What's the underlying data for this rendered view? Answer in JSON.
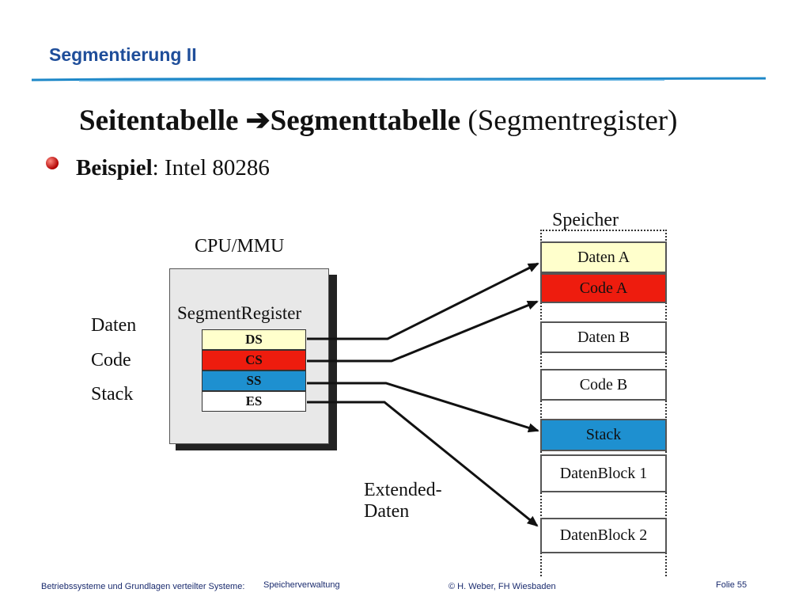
{
  "header": {
    "title": "Segmentierung II"
  },
  "title": {
    "bold_part1": "Seitentabelle ",
    "arrow": "➔",
    "bold_part2": "Segmenttabelle",
    "normal_part": " (Segmentregister)"
  },
  "bullet": {
    "bold": "Beispiel",
    "rest": ": Intel 80286"
  },
  "cpu": {
    "label": "CPU/MMU",
    "register_group_label": "SegmentRegister"
  },
  "side_labels": [
    "Daten",
    "Code",
    "Stack"
  ],
  "registers": [
    {
      "name": "DS",
      "color": "#ffffcc"
    },
    {
      "name": "CS",
      "color": "#ee1c0e"
    },
    {
      "name": "SS",
      "color": "#1e90d0"
    },
    {
      "name": "ES",
      "color": "#ffffff"
    }
  ],
  "memory": {
    "label": "Speicher",
    "blocks": [
      {
        "name": "Daten A",
        "color": "#ffffcc"
      },
      {
        "name": "Code A",
        "color": "#ee1c0e"
      },
      {
        "name": "Daten B",
        "color": "#ffffff"
      },
      {
        "name": "Code B",
        "color": "#ffffff"
      },
      {
        "name": "Stack",
        "color": "#1e90d0"
      },
      {
        "name": "DatenBlock 1",
        "color": "#ffffff"
      },
      {
        "name": "DatenBlock 2",
        "color": "#ffffff"
      }
    ]
  },
  "extended_label": {
    "line1": "Extended-",
    "line2": "Daten"
  },
  "footer": {
    "course": "Betriebssysteme und Grundlagen verteilter Systeme:",
    "topic": "Speicherverwaltung",
    "author": "© H. Weber, FH Wiesbaden",
    "slide": "Folie 55"
  },
  "colors": {
    "header_blue": "#1f4e9a",
    "header_line": "#1e88c8"
  }
}
